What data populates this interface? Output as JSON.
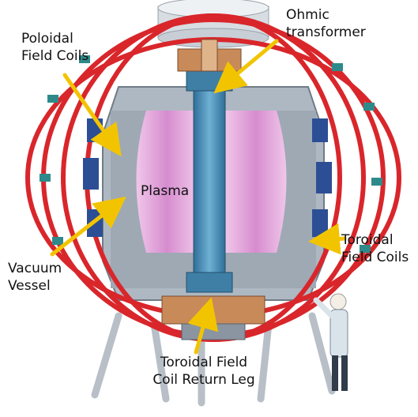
{
  "labels": {
    "poloidal": "Poloidal\nField Coils",
    "ohmic": "Ohmic\ntransformer",
    "plasma": "Plasma",
    "vacuum": "Vacuum\nVessel",
    "toroidal": "Toroidal\nField Coils",
    "return_leg": "Toroidal Field\nCoil Return Leg"
  },
  "colors": {
    "arrow": "#f2c400",
    "coil_red": "#d9262b",
    "plasma": "#e7a9dc",
    "steel": "#3f7fa6",
    "leg": "#b8bfc7"
  }
}
